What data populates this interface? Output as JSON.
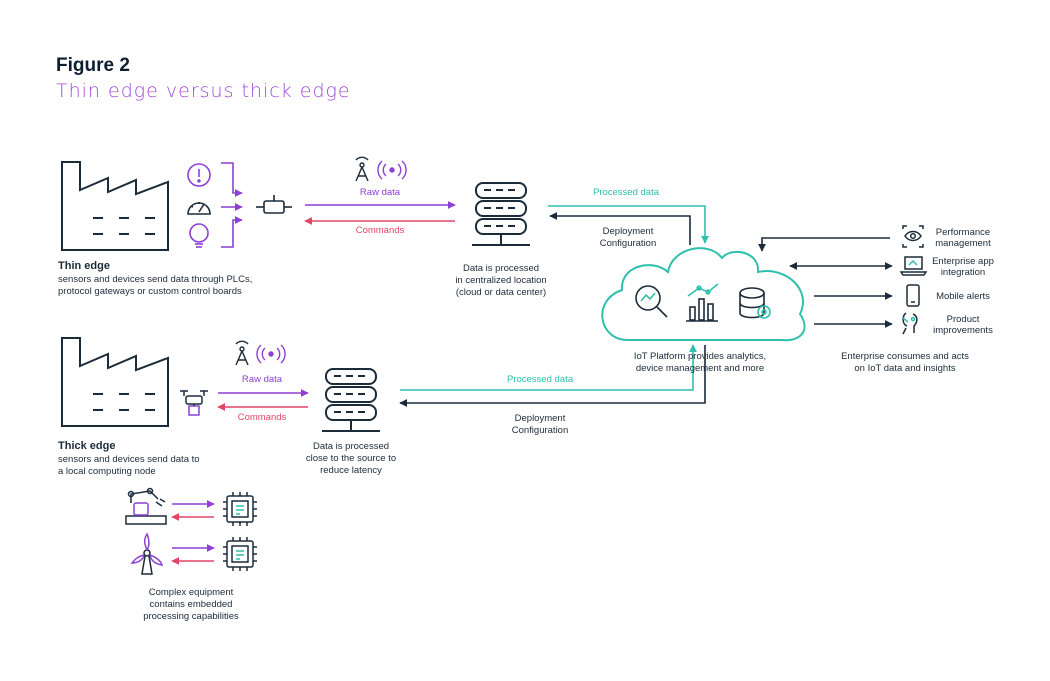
{
  "figure": {
    "label": "Figure 2",
    "subtitle": "Thin edge versus thick edge"
  },
  "thin_edge": {
    "title": "Thin edge",
    "desc_1": "sensors and devices send data through PLCs,",
    "desc_2": "protocol gateways or custom control boards",
    "raw_data": "Raw data",
    "commands": "Commands",
    "server_1": "Data is processed",
    "server_2": "in centralized location",
    "server_3": "(cloud or data center)"
  },
  "thick_edge": {
    "title": "Thick edge",
    "desc_1": "sensors and devices send data to",
    "desc_2": "a local computing node",
    "raw_data": "Raw data",
    "commands": "Commands",
    "server_1": "Data is processed",
    "server_2": "close to the source to",
    "server_3": "reduce latency",
    "equip_1": "Complex equipment",
    "equip_2": "contains embedded",
    "equip_3": "processing capabilities"
  },
  "cloud": {
    "processed_top": "Processed data",
    "deploy_top_1": "Deployment",
    "deploy_top_2": "Configuration",
    "processed_bottom": "Processed data",
    "deploy_bottom_1": "Deployment",
    "deploy_bottom_2": "Configuration",
    "caption_1": "IoT Platform provides analytics,",
    "caption_2": "device management and more"
  },
  "enterprise": {
    "items": [
      {
        "line1": "Performance",
        "line2": "management",
        "icon": "eye-icon"
      },
      {
        "line1": "Enterprise app",
        "line2": "integration",
        "icon": "laptop-icon"
      },
      {
        "line1": "Mobile alerts",
        "line2": "",
        "icon": "phone-icon"
      },
      {
        "line1": "Product",
        "line2": "improvements",
        "icon": "idea-icon"
      }
    ],
    "caption_1": "Enterprise consumes and acts",
    "caption_2": "on IoT data and insights"
  },
  "colors": {
    "navy": "#1c2b3a",
    "purple": "#8e3fd6",
    "red": "#e44466",
    "teal": "#2fbfae",
    "subtitle": "#a24bd9"
  }
}
